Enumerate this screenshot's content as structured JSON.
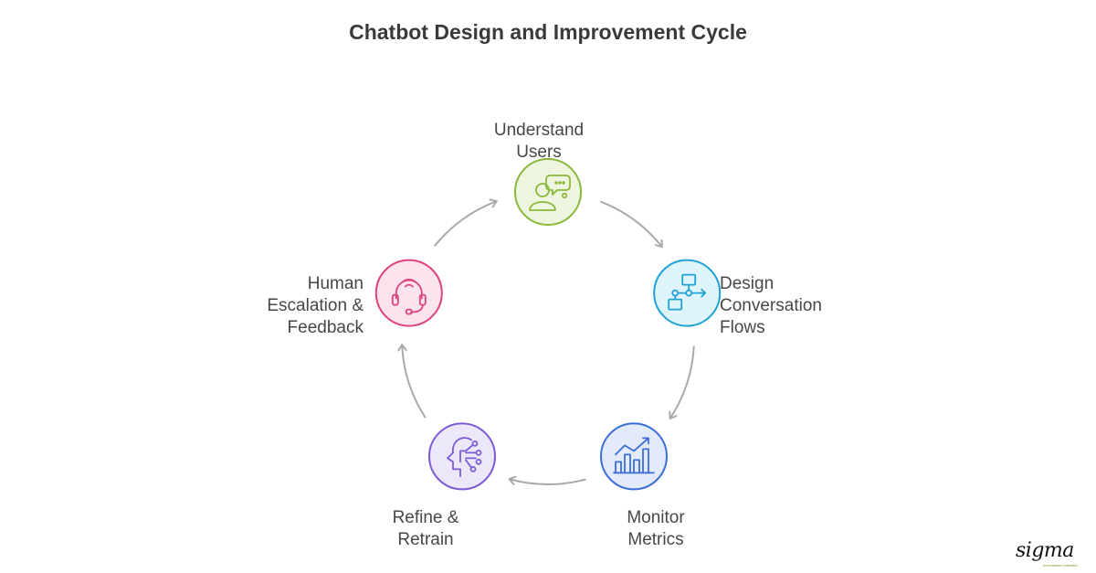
{
  "title": "Chatbot Design and Improvement Cycle",
  "steps": [
    {
      "id": "understand",
      "lines": [
        "Understand",
        "Users"
      ],
      "icon": "user-speech-bubble-icon",
      "color": "#8ab83a",
      "fill": "#eef6df"
    },
    {
      "id": "design",
      "lines": [
        "Design",
        "Conversation",
        "Flows"
      ],
      "icon": "flowchart-icon",
      "color": "#1fa3d6",
      "fill": "#e0f4fb"
    },
    {
      "id": "monitor",
      "lines": [
        "Monitor",
        "Metrics"
      ],
      "icon": "bar-chart-trend-icon",
      "color": "#3b6fd6",
      "fill": "#e3ebfa"
    },
    {
      "id": "refine",
      "lines": [
        "Refine &",
        "Retrain"
      ],
      "icon": "head-circuit-icon",
      "color": "#7d5ad6",
      "fill": "#ede7fa"
    },
    {
      "id": "human",
      "lines": [
        "Human",
        "Escalation &",
        "Feedback"
      ],
      "icon": "headset-icon",
      "color": "#e0427f",
      "fill": "#fbe4ee"
    }
  ],
  "arrow_color": "#a9a9a9",
  "logo": {
    "word": "sigma",
    "tagline": "innovations unlimited"
  }
}
